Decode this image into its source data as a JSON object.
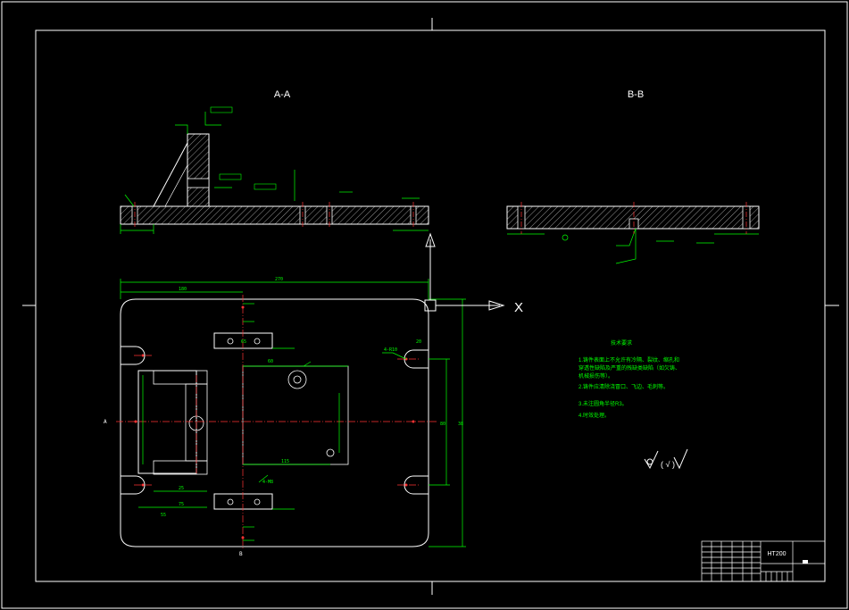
{
  "drawing": {
    "view_aa_label": "A-A",
    "view_bb_label": "B-B",
    "axis_x_label": "X",
    "material": "HT200",
    "roughness_mark": "( √ )",
    "dims": {
      "overall_width": "270",
      "inner_width": "180",
      "left_offset": "55",
      "height_right": "38",
      "slot_width": "20",
      "bolt_spacing": "60",
      "hole_spacing": "80",
      "small_dim": "25",
      "dim_75": "75",
      "dim_65": "65",
      "dim_115": "115",
      "bolt_label": "4-M8",
      "slot_label": "4-R10",
      "section_mark_a": "A",
      "section_mark_b": "B"
    },
    "notes": {
      "title": "技术要求",
      "lines": [
        "1.铸件表面上不允许有冷隔、裂纹、缩孔和",
        "穿透性缺陷及严重的残缺类缺陷（如欠铸、",
        "机械损伤等）。",
        "2.铸件应清除浇冒口、飞边、毛刺等。",
        "3.未注圆角半径R3。",
        "4.时效处理。"
      ]
    }
  }
}
